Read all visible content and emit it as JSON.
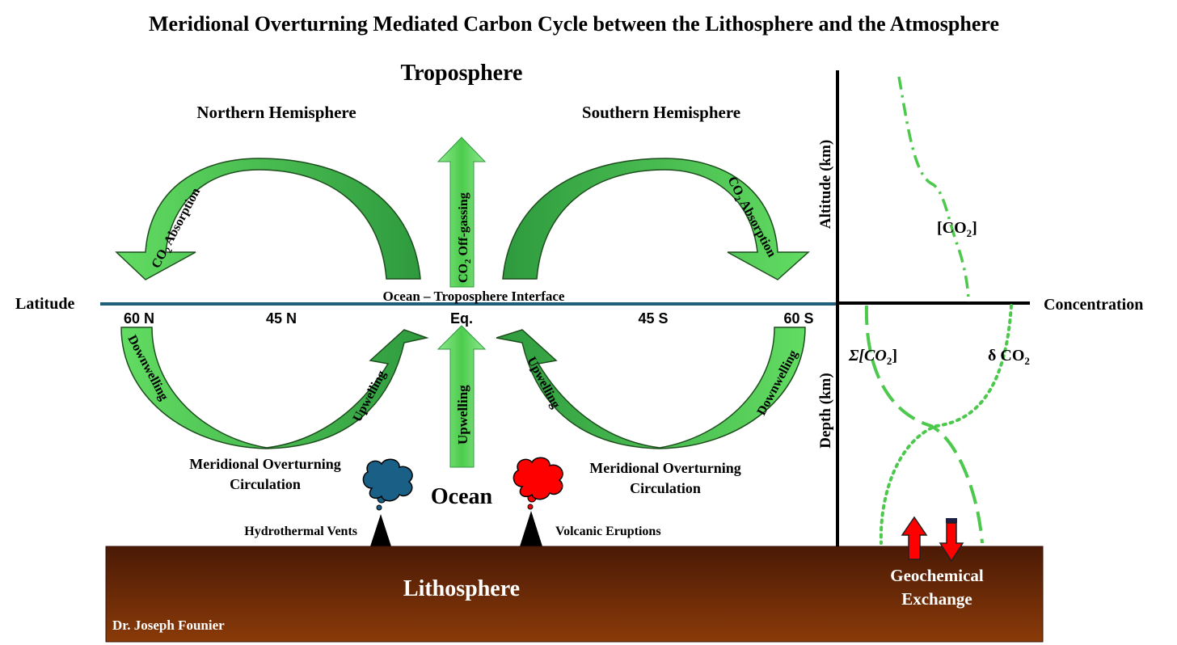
{
  "title": "Meridional Overturning Mediated Carbon Cycle between the Lithosphere and the Atmosphere",
  "layers": {
    "troposphere": "Troposphere",
    "ocean": "Ocean",
    "lithosphere": "Lithosphere",
    "interface": "Ocean – Troposphere  Interface"
  },
  "hemispheres": {
    "north": "Northern Hemisphere",
    "south": "Southern Hemisphere"
  },
  "latitude_axis": {
    "label": "Latitude",
    "ticks": [
      "60 N",
      "45 N",
      "Eq.",
      "45 S",
      "60 S"
    ]
  },
  "arrows": {
    "absorption_prefix": "CO",
    "absorption_sub": "2",
    "absorption_suffix": " Absorption",
    "offgas_prefix": "CO",
    "offgas_sub": "2",
    "offgas_suffix": " Off-gassing",
    "upwelling": "Upwelling",
    "downwelling": "Downwelling"
  },
  "circulation": {
    "line1": "Meridional Overturning",
    "line2": "Circulation"
  },
  "sources": {
    "hydrothermal": "Hydrothermal Vents",
    "volcanic": "Volcanic Eruptions"
  },
  "profile": {
    "altitude_label": "Altitude (km)",
    "depth_label": "Depth (km)",
    "concentration_label": "Concentration",
    "co2_prefix": "[CO",
    "co2_sub": "2",
    "co2_suffix": "]",
    "sum_prefix": "Σ[CO",
    "sum_sub": "2",
    "sum_suffix": "]",
    "delta_prefix": "δ CO",
    "delta_sub": "2",
    "geochem_line1": "Geochemical",
    "geochem_line2": "Exchange"
  },
  "author": "Dr. Joseph Founier",
  "colors": {
    "arrow_light": "#5fd85f",
    "arrow_dark": "#2e9a3e",
    "interface_line": "#1f5f7a",
    "profile_line": "#4cc94c",
    "lithosphere_top": "#4a1a06",
    "lithosphere_bottom": "#8a3a08",
    "vent_smoke": "#1a5f86",
    "volcano_smoke": "#ff0000",
    "exchange_arrow": "#ff0000"
  }
}
